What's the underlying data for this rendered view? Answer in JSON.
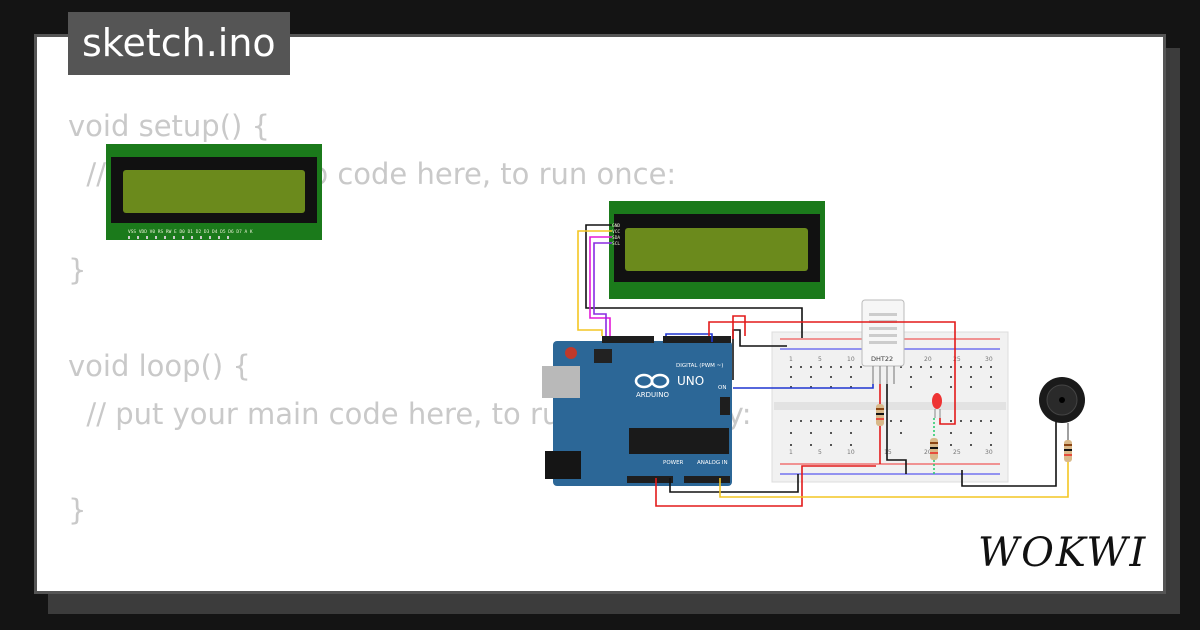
{
  "file": {
    "name": "sketch.ino"
  },
  "code_lines": [
    "void setup() {",
    "  // put your setup code here, to run once:",
    "",
    "}",
    "",
    "void loop() {",
    "  // put your main code here, to run repeatedly:",
    "",
    "}"
  ],
  "brand": {
    "logo": "WOKWI"
  },
  "circuit": {
    "arduino": {
      "model": "UNO",
      "brand": "ARDUINO",
      "digital_label": "DIGITAL (PWM ~)",
      "power_label": "POWER",
      "analog_label": "ANALOG IN",
      "on_label": "ON"
    },
    "lcd_small_pins": "VSS VDD V0 RS RW E D0 D1 D2 D3 D4 D5 D6 D7 A K",
    "lcd_i2c_pins": [
      "GND",
      "VCC",
      "SDA",
      "SCL"
    ],
    "sensor": {
      "label": "DHT22"
    },
    "breadboard": {
      "column_numbers": [
        "1",
        "5",
        "10",
        "15",
        "20",
        "25",
        "30"
      ]
    }
  },
  "colors": {
    "background": "#141414",
    "card": "#ffffff",
    "lcd_bezel": "#1b7a1b",
    "lcd_screen": "#6b8a1c",
    "arduino": "#2c6797"
  }
}
